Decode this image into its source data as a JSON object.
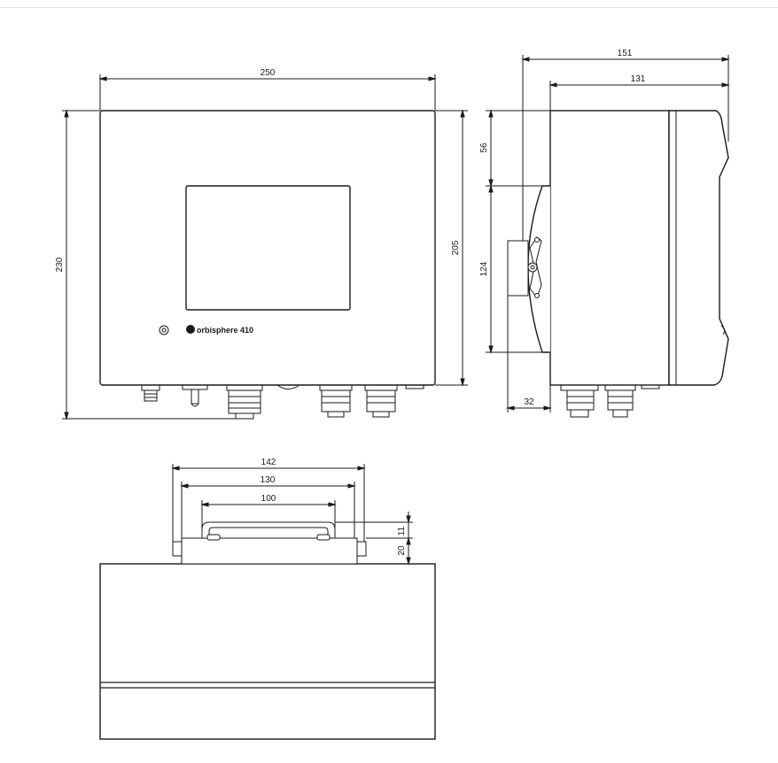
{
  "front_view": {
    "width_label": "250",
    "height_outer_label": "230",
    "height_inner_label": "205",
    "brand_label": "orbisphere 410"
  },
  "side_view": {
    "depth_outer_label": "151",
    "depth_inner_label": "131",
    "top_offset_label": "56",
    "handle_height_label": "124",
    "handle_depth_label": "32"
  },
  "top_view": {
    "bracket_outer_label": "142",
    "bracket_mid_label": "130",
    "handle_width_label": "100",
    "handle_thickness_label": "11",
    "bracket_height_label": "20"
  },
  "colors": {
    "line": "#1a1a1a",
    "fill": "#ffffff",
    "screen_fill": "#ffffff"
  }
}
